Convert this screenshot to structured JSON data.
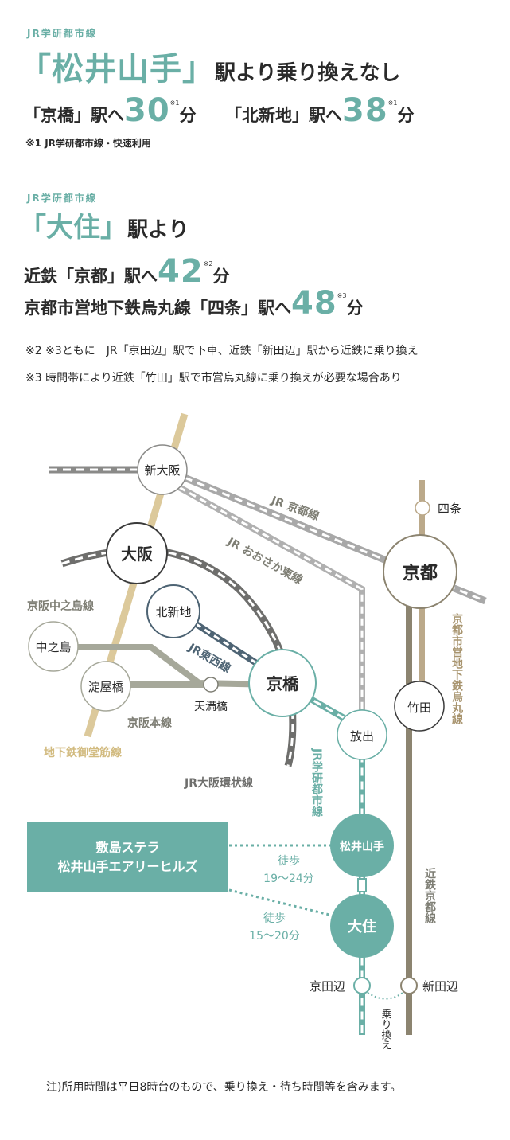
{
  "section1": {
    "line_label": "JR学研都市線",
    "station": "「松井山手」",
    "headline": "駅より乗り換えなし",
    "dest1": {
      "name": "「京橋」駅へ",
      "minutes": "30",
      "unit": "分",
      "mark": "※1"
    },
    "dest2": {
      "name": "「北新地」駅へ",
      "minutes": "38",
      "unit": "分",
      "mark": "※1"
    },
    "note": "※1  JR学研都市線・快速利用"
  },
  "section2": {
    "line_label": "JR学研都市線",
    "station": "「大住」",
    "headline": "駅より",
    "dest1": {
      "name": "近鉄「京都」駅へ",
      "minutes": "42",
      "unit": "分",
      "mark": "※2"
    },
    "dest2": {
      "name": "京都市営地下鉄烏丸線「四条」駅へ",
      "minutes": "48",
      "unit": "分",
      "mark": "※3"
    },
    "note1": "※2 ※3ともに　JR「京田辺」駅で下車、近鉄「新田辺」駅から近鉄に乗り換え",
    "note2": "※3 時間帯により近鉄「竹田」駅で市営烏丸線に乗り換えが必要な場合あり"
  },
  "map": {
    "stations": {
      "shin_osaka": "新大阪",
      "osaka": "大阪",
      "kitashinchi": "北新地",
      "nakanoshima": "中之島",
      "yodoyabashi": "淀屋橋",
      "tenmabashi": "天満橋",
      "kyobashi": "京橋",
      "hanaten": "放出",
      "kyoto": "京都",
      "shijo": "四条",
      "takeda": "竹田",
      "matsuiyamate": "松井山手",
      "osumi": "大住",
      "kyotanabe": "京田辺",
      "shintanabe": "新田辺"
    },
    "lines": {
      "jr_kyoto": "JR 京都線",
      "jr_osaka_higashi": "JR おおさか東線",
      "keihan_nakanoshima": "京阪中之島線",
      "jr_tozai": "JR東西線",
      "keihan_main": "京阪本線",
      "midosuji": "地下鉄御堂筋線",
      "jr_loop": "JR大阪環状線",
      "jr_gakken": "JR学研都市線",
      "karasuma": "京都市営地下鉄烏丸線",
      "kintetsu_kyoto": "近鉄京都線"
    },
    "property": {
      "line1": "敷島ステラ",
      "line2": "松井山手エアリーヒルズ"
    },
    "walk1": {
      "label": "徒歩",
      "time": "19〜24分"
    },
    "walk2": {
      "label": "徒歩",
      "time": "15〜20分"
    },
    "transfer": "乗り換え"
  },
  "footer": "注)所用時間は平日8時台のもので、乗り換え・待ち時間等を含みます。",
  "colors": {
    "teal": "#6aafa6",
    "gray": "#7e7e74",
    "beige": "#dcc99b",
    "dark": "#2a2a2a",
    "navy": "#4e6474",
    "kintetsu": "#8c8470"
  }
}
